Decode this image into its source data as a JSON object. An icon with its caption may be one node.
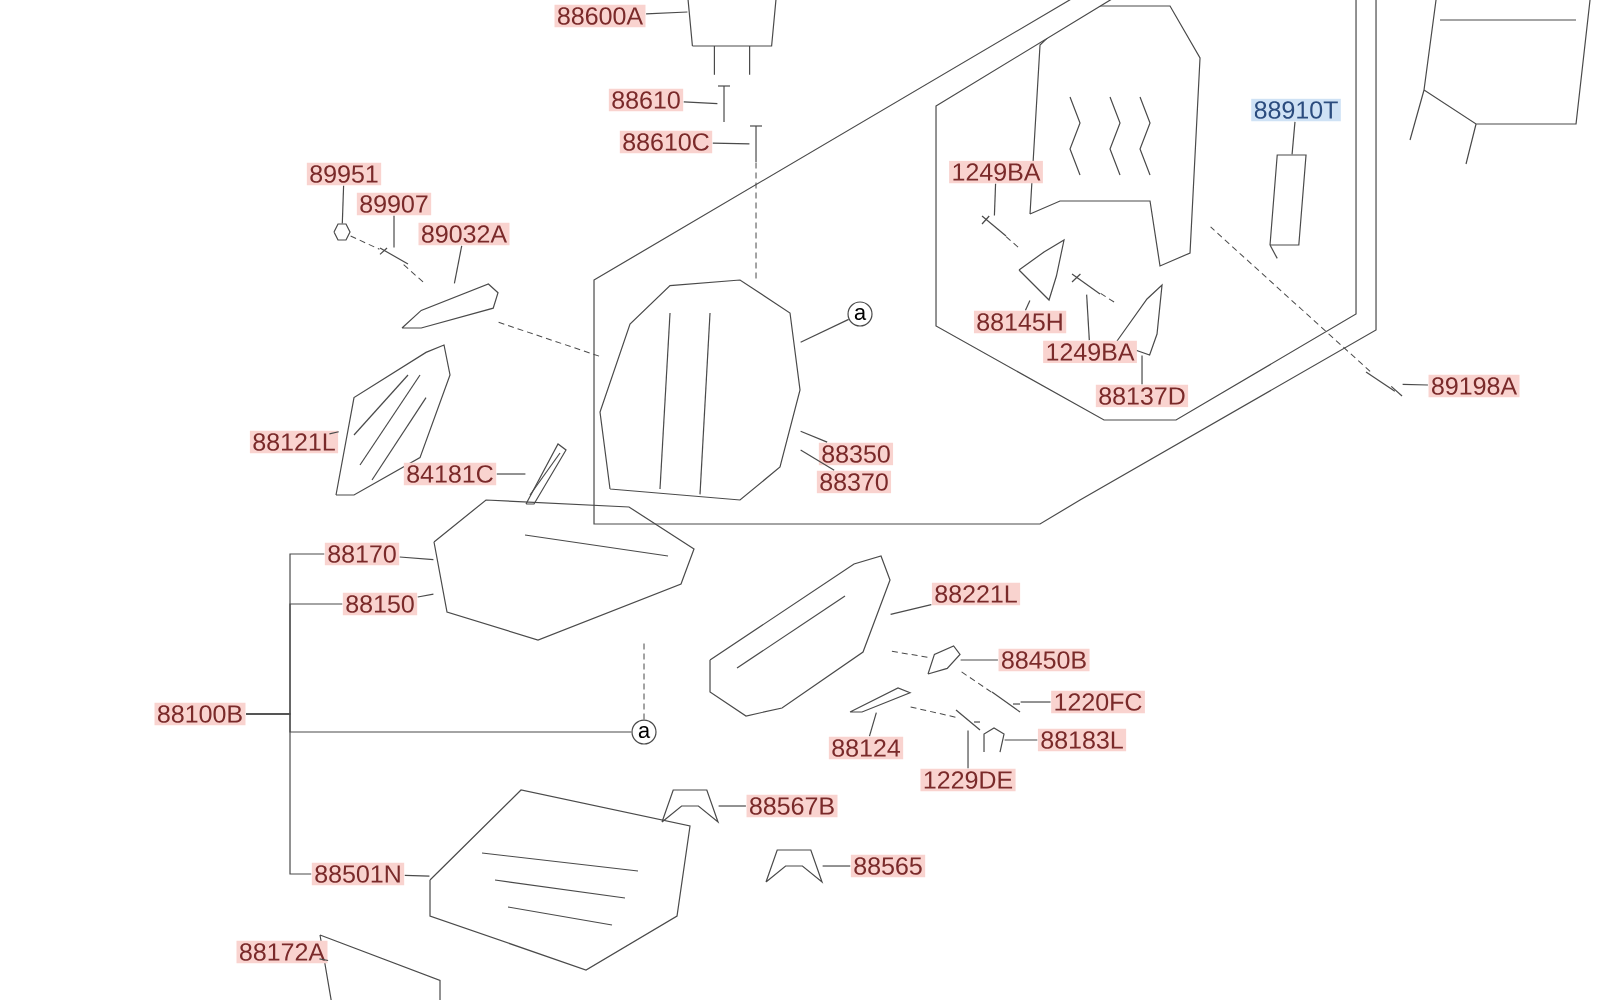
{
  "diagram": {
    "nodes": [
      {
        "text": [],
        "shape": "hexagon"
      },
      {
        "text": [],
        "shape": "hexagon",
        "in": 0
      },
      {
        "text": [
          "88600A"
        ]
      },
      {
        "text": [],
        "shape": "picture"
      },
      {
        "text": [
          "88610"
        ]
      },
      {
        "text": [],
        "shape": "picture"
      },
      {
        "text": [
          "88610C"
        ]
      },
      {
        "text": [],
        "shape": "picture"
      },
      {
        "text": [
          "89951"
        ]
      },
      {
        "text": [],
        "shape": "picture"
      },
      {
        "text": [
          "89907"
        ]
      },
      {
        "text": [],
        "shape": "picture"
      },
      {
        "text": [
          "89032A"
        ]
      },
      {
        "text": [],
        "shape": "picture"
      },
      {
        "text": [
          "88121L"
        ]
      },
      {
        "text": [],
        "shape": "picture"
      },
      {
        "text": [
          "84181C"
        ]
      },
      {
        "text": [],
        "shape": "picture"
      },
      {
        "text": [],
        "shape": "picture",
        "in": 0
      },
      {
        "text": [
          "88350"
        ],
        "in": 0
      },
      {
        "text": [
          "88370"
        ],
        "in": 0
      },
      {
        "text": [
          "a"
        ],
        "in": 0
      },
      {
        "text": [],
        "shape": "picture",
        "in": 1
      },
      {
        "text": [
          "88910T"
        ],
        "in": 1
      },
      {
        "text": [],
        "shape": "picture",
        "in": 1
      },
      {
        "text": [
          "1249BA"
        ],
        "in": 1
      },
      {
        "text": [],
        "shape": "picture",
        "in": 1
      },
      {
        "text": [],
        "shape": "picture",
        "in": 1
      },
      {
        "text": [
          "88145H"
        ],
        "in": 1
      },
      {
        "text": [],
        "shape": "picture",
        "in": 1
      },
      {
        "text": [
          "1249BA"
        ],
        "in": 1
      },
      {
        "text": [],
        "shape": "picture",
        "in": 1
      },
      {
        "text": [
          "88137D"
        ],
        "in": 1
      },
      {
        "text": [
          "89198A"
        ]
      },
      {
        "text": [],
        "shape": "picture"
      },
      {
        "text": [
          "88170"
        ]
      },
      {
        "text": [
          "88150"
        ]
      },
      {
        "text": [],
        "shape": "picture"
      },
      {
        "text": [
          "88100B"
        ]
      },
      {
        "text": [
          "a"
        ]
      },
      {
        "text": [
          "88501N"
        ]
      },
      {
        "text": [],
        "shape": "picture"
      },
      {
        "text": [
          "88172A"
        ]
      },
      {
        "text": [],
        "shape": "picture"
      },
      {
        "text": [
          "88221L"
        ]
      },
      {
        "text": [],
        "shape": "picture"
      },
      {
        "text": [
          "88450B"
        ]
      },
      {
        "text": [],
        "shape": "picture"
      },
      {
        "text": [
          "1220FC"
        ]
      },
      {
        "text": [],
        "shape": "picture"
      },
      {
        "text": [],
        "shape": "picture"
      },
      {
        "text": [
          "88124"
        ]
      },
      {
        "text": [],
        "shape": "picture"
      },
      {
        "text": [
          "1229DE"
        ]
      },
      {
        "text": [],
        "shape": "picture"
      },
      {
        "text": [
          "88183L"
        ]
      },
      {
        "text": [],
        "shape": "picture"
      },
      {
        "text": [
          "88567B"
        ]
      },
      {
        "text": [],
        "shape": "picture"
      },
      {
        "text": [
          "88565"
        ]
      }
    ],
    "edges": [
      {
        "from": 2,
        "to": 3,
        "arrow": "none"
      },
      {
        "from": 4,
        "to": 5,
        "arrow": "none"
      },
      {
        "from": 6,
        "to": 7,
        "arrow": "none"
      },
      {
        "from": 8,
        "to": 9,
        "arrow": "none"
      },
      {
        "from": 10,
        "to": 11,
        "arrow": "none"
      },
      {
        "from": 12,
        "to": 13,
        "arrow": "none"
      },
      {
        "from": 14,
        "to": 15,
        "arrow": "none"
      },
      {
        "from": 16,
        "to": 17,
        "arrow": "none"
      },
      {
        "from": 19,
        "to": 18,
        "arrow": "none"
      },
      {
        "from": 20,
        "to": 18,
        "arrow": "none"
      },
      {
        "from": 21,
        "to": 18,
        "arrow": "none"
      },
      {
        "from": 23,
        "to": 24,
        "arrow": "none"
      },
      {
        "from": 25,
        "to": 26,
        "arrow": "none"
      },
      {
        "from": 28,
        "to": 27,
        "arrow": "none"
      },
      {
        "from": 30,
        "to": 29,
        "arrow": "none"
      },
      {
        "from": 32,
        "to": 31,
        "arrow": "none"
      },
      {
        "from": 33,
        "to": 34,
        "arrow": "none"
      },
      {
        "from": 38,
        "to": 35,
        "arrow": "none"
      },
      {
        "from": 38,
        "to": 36,
        "arrow": "none"
      },
      {
        "from": 38,
        "to": 39,
        "arrow": "none"
      },
      {
        "from": 38,
        "to": 40,
        "arrow": "none"
      },
      {
        "from": 35,
        "to": 37,
        "arrow": "none"
      },
      {
        "from": 36,
        "to": 37,
        "arrow": "none"
      },
      {
        "from": 40,
        "to": 41,
        "arrow": "none"
      },
      {
        "from": 42,
        "to": 43,
        "arrow": "none"
      },
      {
        "from": 44,
        "to": 45,
        "arrow": "none"
      },
      {
        "from": 46,
        "to": 47,
        "arrow": "none"
      },
      {
        "from": 48,
        "to": 49,
        "arrow": "none"
      },
      {
        "from": 51,
        "to": 50,
        "arrow": "none"
      },
      {
        "from": 53,
        "to": 52,
        "arrow": "none"
      },
      {
        "from": 55,
        "to": 54,
        "arrow": "none"
      },
      {
        "from": 57,
        "to": 56,
        "arrow": "none"
      },
      {
        "from": 59,
        "to": 58,
        "arrow": "none"
      },
      {
        "from": 39,
        "to": 37,
        "arrow": "none",
        "style": "dashed"
      },
      {
        "from": 7,
        "to": 18,
        "arrow": "none",
        "style": "dashed"
      },
      {
        "from": 9,
        "to": 11,
        "arrow": "none",
        "style": "dashed"
      },
      {
        "from": 11,
        "to": 13,
        "arrow": "none",
        "style": "dashed"
      },
      {
        "from": 13,
        "to": 18,
        "arrow": "none",
        "style": "dashed"
      },
      {
        "from": 34,
        "to": 22,
        "arrow": "none",
        "style": "dashed"
      },
      {
        "from": 26,
        "to": 27,
        "arrow": "none",
        "style": "dashed"
      },
      {
        "from": 29,
        "to": 31,
        "arrow": "none",
        "style": "dashed"
      },
      {
        "from": 47,
        "to": 45,
        "arrow": "none",
        "style": "dashed"
      },
      {
        "from": 49,
        "to": 47,
        "arrow": "none",
        "style": "dashed"
      },
      {
        "from": 52,
        "to": 50,
        "arrow": "none",
        "style": "dashed"
      }
    ]
  }
}
